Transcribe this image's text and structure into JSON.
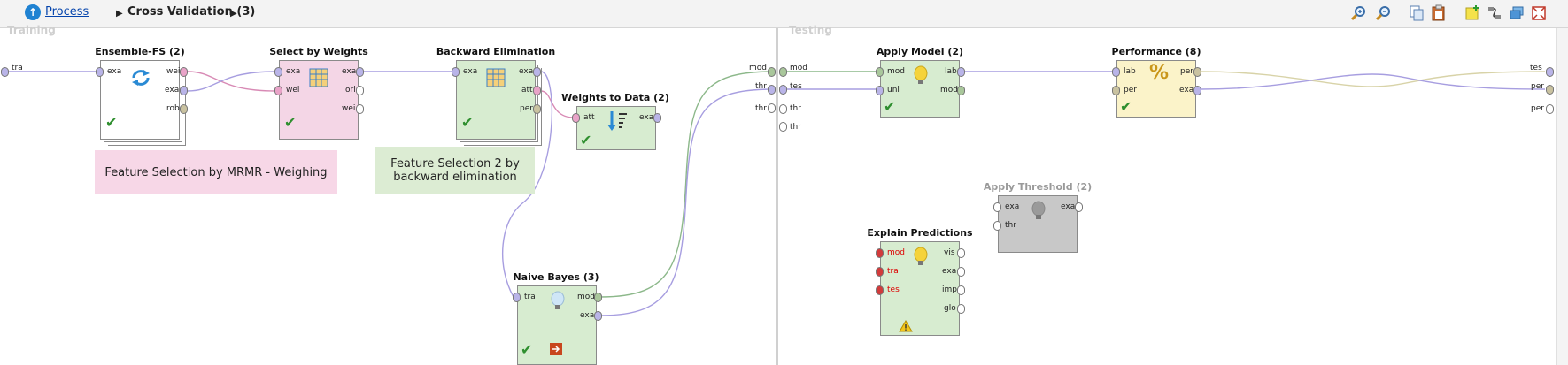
{
  "breadcrumb": {
    "up_icon": "up-arrow-icon",
    "process": "Process",
    "current": "Cross Validation (3)"
  },
  "toolbar": {
    "icons": [
      "zoom-in-icon",
      "zoom-out-icon",
      "copy-icon",
      "paste-icon",
      "add-note-icon",
      "auto-wire-icon",
      "layers-icon",
      "fit-icon"
    ]
  },
  "sections": {
    "training": "Training",
    "testing": "Testing"
  },
  "edge_ports": {
    "tra": "tra",
    "mod": "mod",
    "thr1": "thr",
    "thr2": "thr",
    "tes_in": "mod",
    "tes": "tes",
    "thr3": "thr",
    "thr4": "thr",
    "tes_out": "tes",
    "per1": "per",
    "per2": "per"
  },
  "operators": {
    "ensemble": {
      "title": "Ensemble-FS (2)",
      "ports_in": [
        "exa"
      ],
      "ports_out": [
        "wei",
        "exa",
        "rob"
      ]
    },
    "select": {
      "title": "Select by Weights",
      "ports_in": [
        "exa",
        "wei"
      ],
      "ports_out": [
        "exa",
        "ori",
        "wei"
      ]
    },
    "backward": {
      "title": "Backward Elimination",
      "ports_in": [
        "exa"
      ],
      "ports_out": [
        "exa",
        "att",
        "per"
      ]
    },
    "weights2data": {
      "title": "Weights to Data (2)",
      "ports_in": [
        "att"
      ],
      "ports_out": [
        "exa"
      ]
    },
    "naive": {
      "title": "Naive Bayes (3)",
      "ports_in": [
        "tra"
      ],
      "ports_out": [
        "mod",
        "exa"
      ]
    },
    "apply": {
      "title": "Apply Model (2)",
      "ports_in": [
        "mod",
        "unl"
      ],
      "ports_out": [
        "lab",
        "mod"
      ]
    },
    "performance": {
      "title": "Performance (8)",
      "ports_in": [
        "lab",
        "per"
      ],
      "ports_out": [
        "per",
        "exa"
      ]
    },
    "threshold": {
      "title": "Apply Threshold (2)",
      "ports_in": [
        "exa",
        "thr"
      ],
      "ports_out": [
        "exa"
      ]
    },
    "explain": {
      "title": "Explain Predictions",
      "ports_in": [
        "mod",
        "tra",
        "tes"
      ],
      "ports_out": [
        "vis",
        "exa",
        "imp",
        "glo"
      ]
    }
  },
  "notes": {
    "mrmr": "Feature Selection by MRMR - Weighing",
    "backward": "Feature Selection 2 by backward elimination"
  },
  "colors": {
    "green_op": "#d7ecd0",
    "pink_op": "#f4d6e6",
    "yellow_op": "#fbf3c9",
    "gray_op": "#c8c8c8",
    "pink_note": "#f7d7e7",
    "green_note": "#dcecd3",
    "wire_purple": "#a79ee0",
    "wire_green": "#8cb88a",
    "wire_pink": "#d88ab5",
    "wire_tan": "#d8d3a8"
  }
}
